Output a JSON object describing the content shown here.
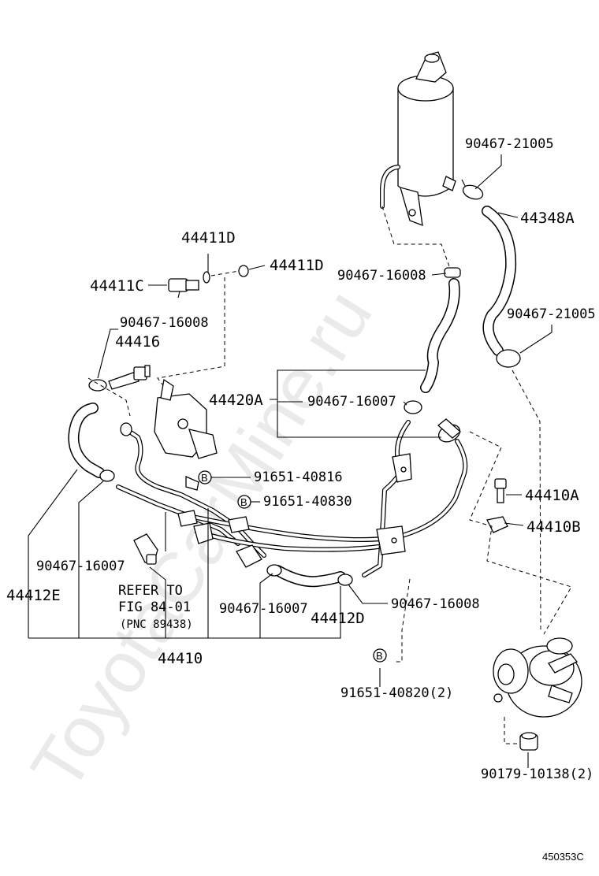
{
  "watermark": "ToyotaCarMine.ru",
  "figure_code": "450353C",
  "labels": {
    "clamp_21005_top": "90467-21005",
    "hose_44348a": "44348A",
    "clamp_21005_mid": "90467-21005",
    "bolt_44411d_top": "44411D",
    "gasket_44411d_right": "44411D",
    "bolt_44411c": "44411C",
    "clamp_16008_upper": "90467-16008",
    "clamp_16008_left": "90467-16008",
    "part_44416": "44416",
    "assy_44420a": "44420A",
    "clamp_16007_mid": "90467-16007",
    "bolt_40816": "91651-40816",
    "bolt_40830": "91651-40830",
    "bolt_44410a": "44410A",
    "bracket_44410b": "44410B",
    "clamp_16007_left": "90467-16007",
    "hose_44412e": "44412E",
    "refer_line1": "REFER TO",
    "refer_line2": "FIG 84-01",
    "refer_line3": "(PNC 89438)",
    "clamp_16007_bottom": "90467-16007",
    "hose_44412d": "44412D",
    "clamp_16008_lower": "90467-16008",
    "assy_44410": "44410",
    "bolt_40820": "91651-40820(2)",
    "nut_10138": "90179-10138(2)",
    "b_marker": "B"
  }
}
